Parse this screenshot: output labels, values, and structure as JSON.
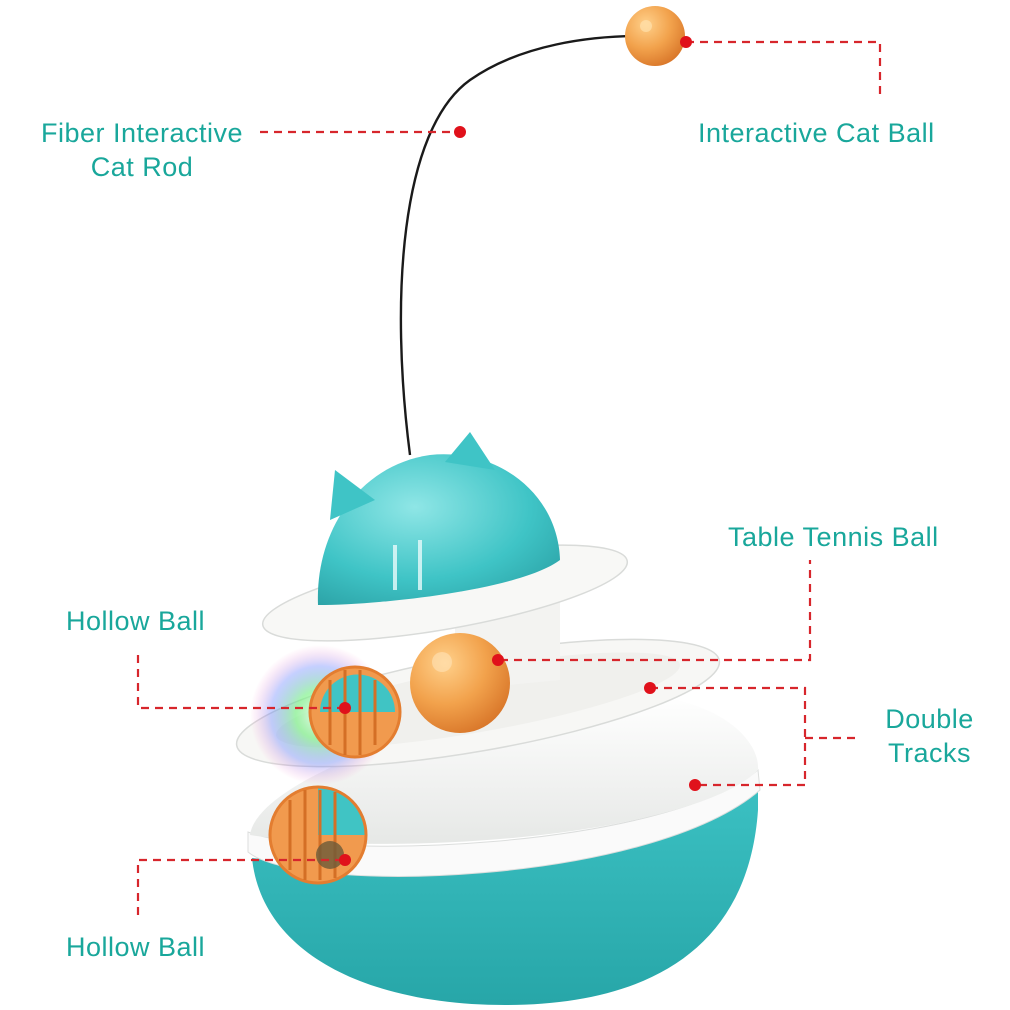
{
  "labels": {
    "fiber_rod_line1": "Fiber Interactive",
    "fiber_rod_line2": "Cat Rod",
    "interactive_ball": "Interactive Cat Ball",
    "table_tennis_ball": "Table Tennis Ball",
    "hollow_ball_upper": "Hollow Ball",
    "double_tracks_line1": "Double",
    "double_tracks_line2": "Tracks",
    "hollow_ball_lower": "Hollow Ball"
  },
  "colors": {
    "label_text": "#19a79b",
    "leader_line": "#d7262c",
    "marker_dot": "#e0111b",
    "toy_teal": "#3fc4c4",
    "track_white": "#f6f6f4",
    "ball_orange": "#f0a048"
  }
}
